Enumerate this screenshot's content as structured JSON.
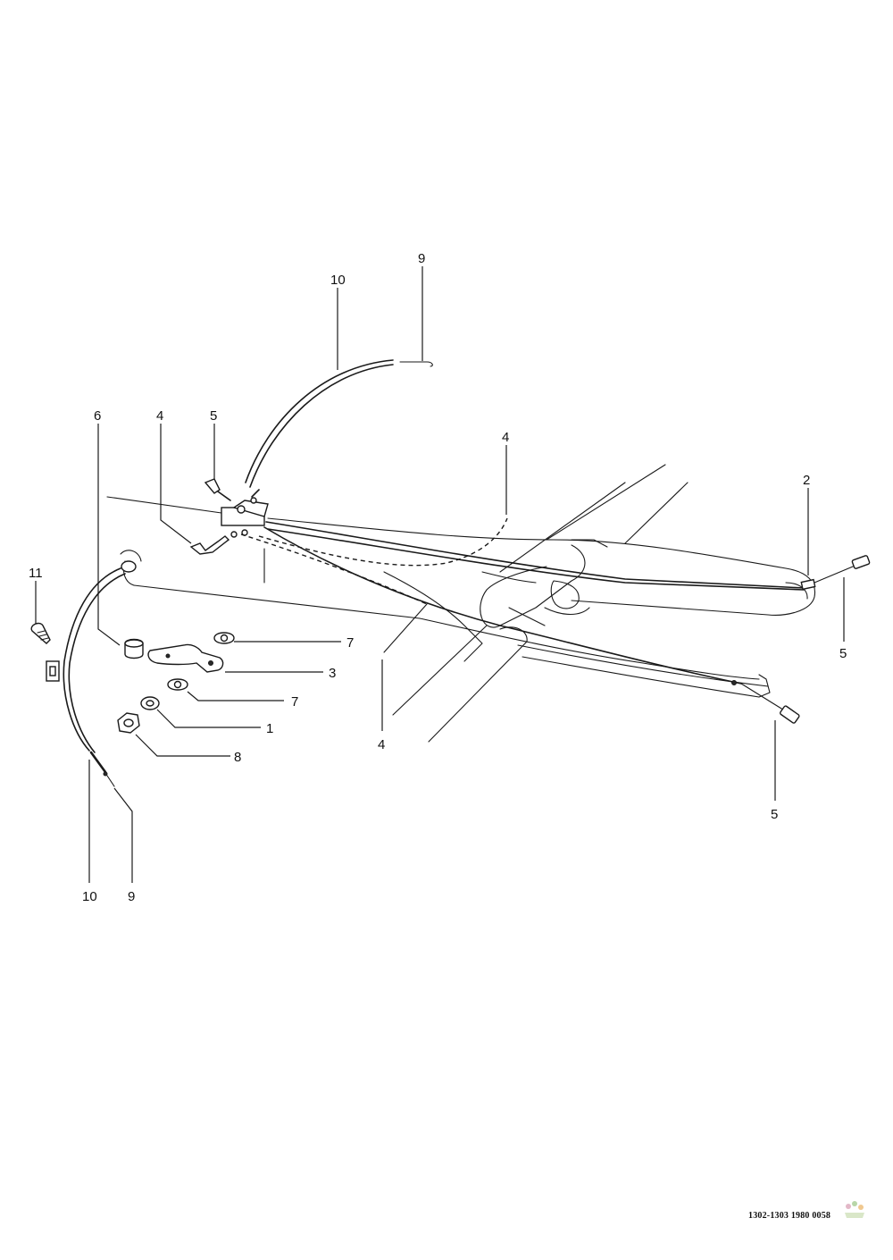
{
  "diagram": {
    "callouts": [
      {
        "id": "c10-top",
        "text": "10"
      },
      {
        "id": "c9-top",
        "text": "9"
      },
      {
        "id": "c6",
        "text": "6"
      },
      {
        "id": "c4-left",
        "text": "4"
      },
      {
        "id": "c5-top",
        "text": "5"
      },
      {
        "id": "c4-mid",
        "text": "4"
      },
      {
        "id": "c2",
        "text": "2"
      },
      {
        "id": "c11",
        "text": "11"
      },
      {
        "id": "c7-a",
        "text": "7"
      },
      {
        "id": "c3",
        "text": "3"
      },
      {
        "id": "c7-b",
        "text": "7"
      },
      {
        "id": "c1",
        "text": "1"
      },
      {
        "id": "c8",
        "text": "8"
      },
      {
        "id": "c4-bottom",
        "text": "4"
      },
      {
        "id": "c5-right",
        "text": "5"
      },
      {
        "id": "c5-lower",
        "text": "5"
      },
      {
        "id": "c10-bottom",
        "text": "10"
      },
      {
        "id": "c9-bottom",
        "text": "9"
      }
    ]
  },
  "footer": {
    "reference_code": "1302-1303 1980 0058"
  },
  "colors": {
    "line": "#1a1a1a",
    "background": "#ffffff"
  }
}
